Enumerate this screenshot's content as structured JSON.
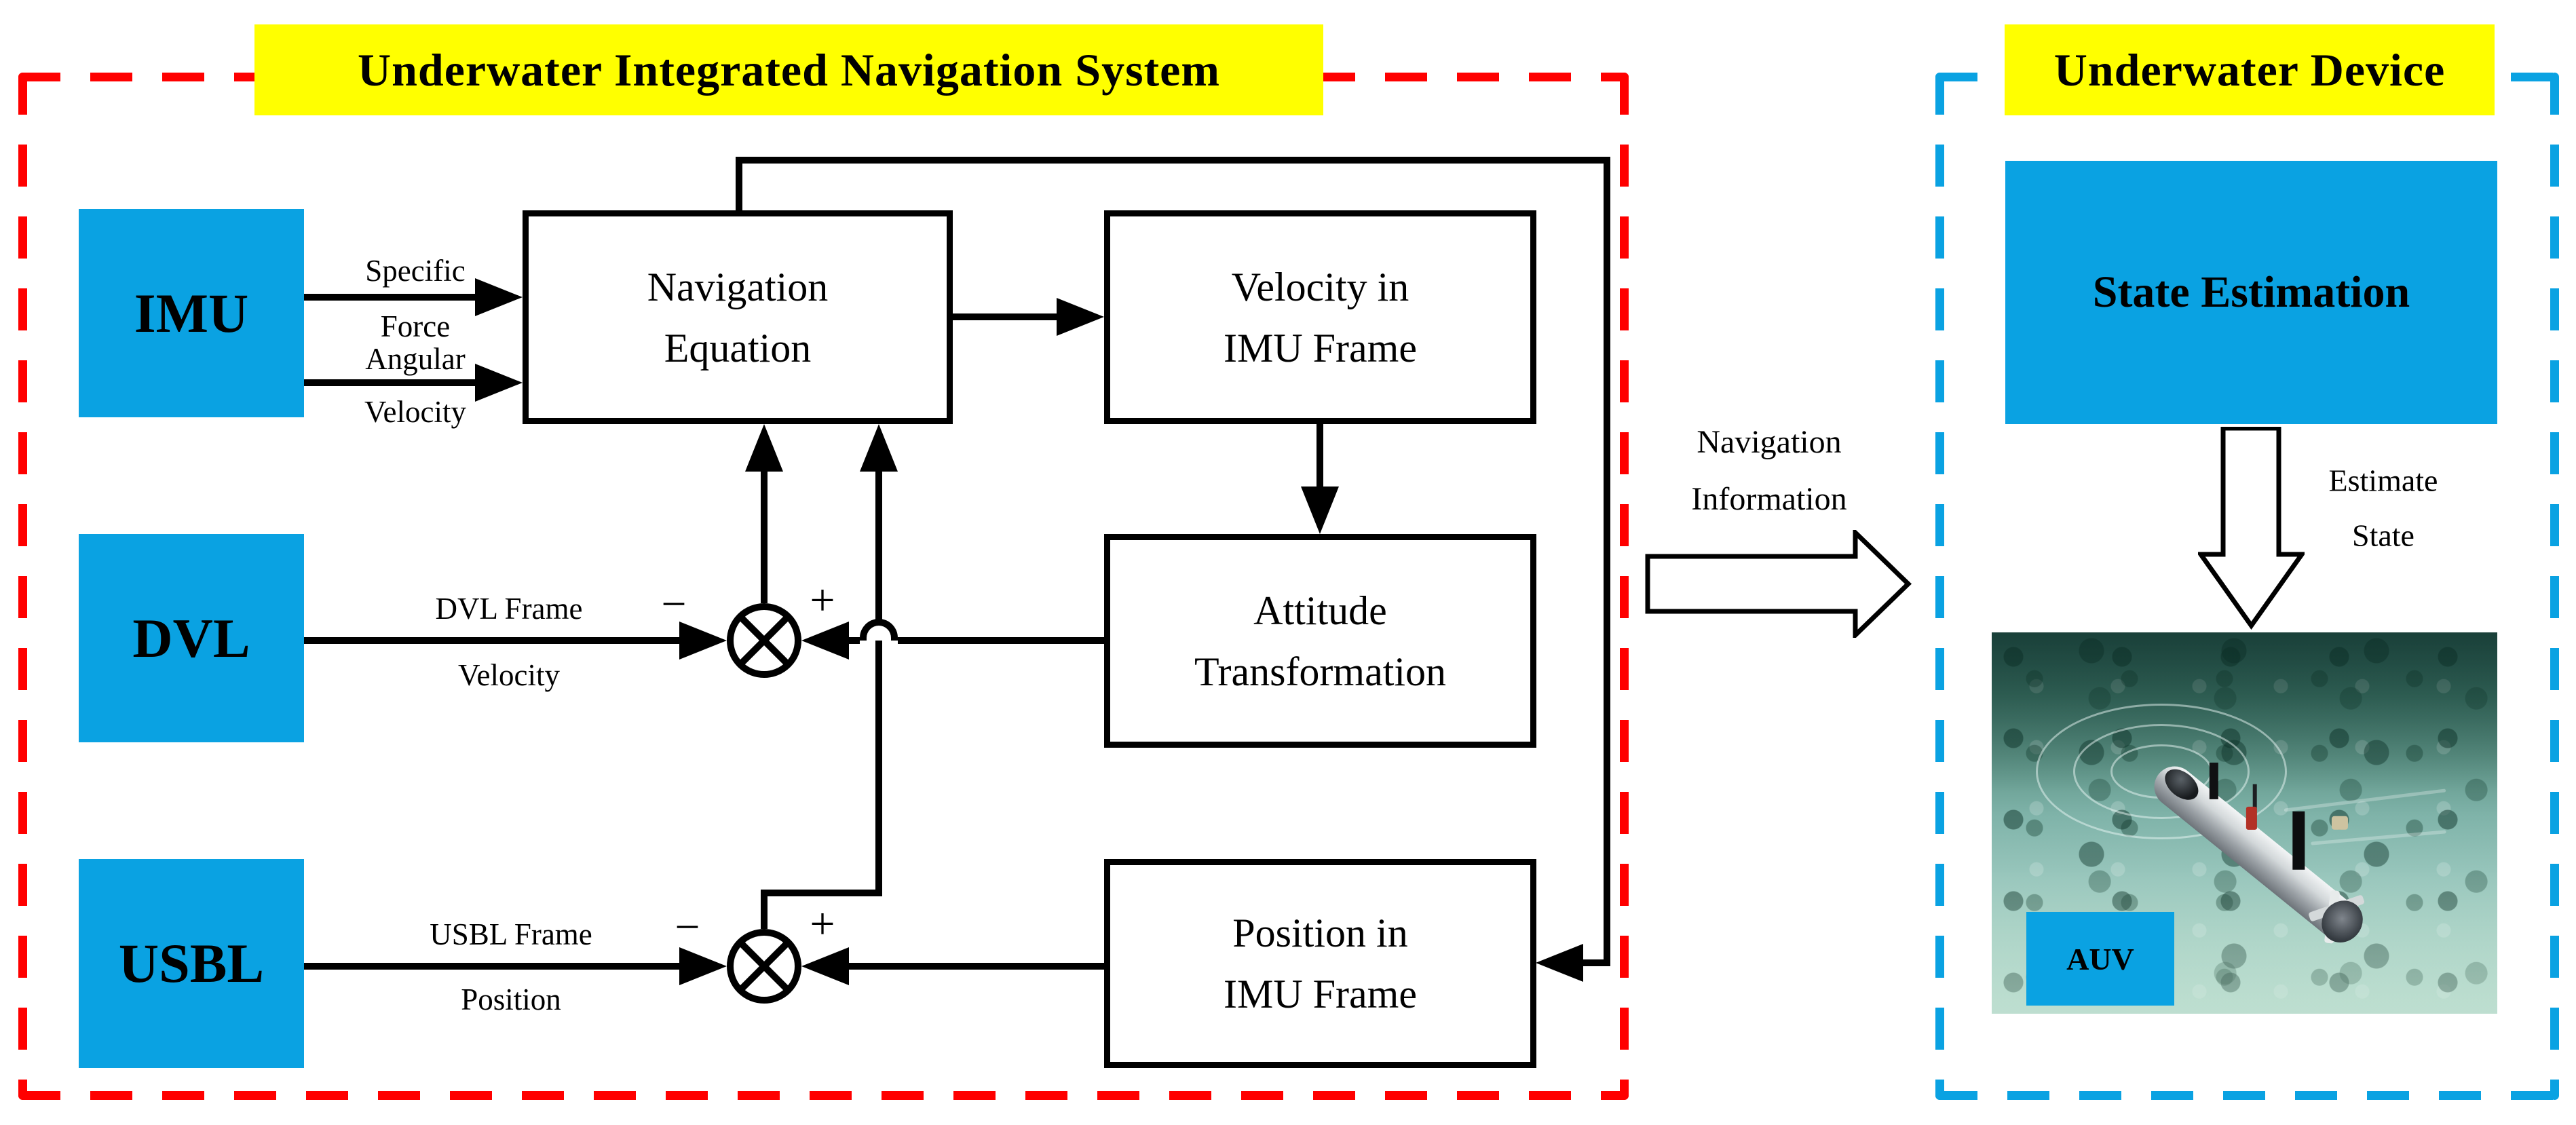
{
  "colors": {
    "accent_cyan": "#0aa2e2",
    "highlight_yellow": "#ffff00",
    "border_red": "#ff0000",
    "line_black": "#000000"
  },
  "left_panel": {
    "title": "Underwater Integrated Navigation System",
    "sensors": {
      "imu": "IMU",
      "dvl": "DVL",
      "usbl": "USBL"
    },
    "blocks": {
      "nav_eq": {
        "line1": "Navigation",
        "line2": "Equation"
      },
      "vel_imu": {
        "line1": "Velocity in",
        "line2": "IMU Frame"
      },
      "att_trans": {
        "line1": "Attitude",
        "line2": "Transformation"
      },
      "pos_imu": {
        "line1": "Position in",
        "line2": "IMU Frame"
      }
    },
    "signal_labels": {
      "specific": "Specific",
      "force": "Force",
      "angular": "Angular",
      "velocity": "Velocity",
      "dvl_frame": "DVL Frame",
      "dvl_velocity": "Velocity",
      "usbl_frame": "USBL Frame",
      "usbl_position": "Position"
    },
    "operators": {
      "minus": "−",
      "plus": "+"
    }
  },
  "flow_label": {
    "line1": "Navigation",
    "line2": "Information"
  },
  "right_panel": {
    "title": "Underwater Device",
    "state_estimation": "State Estimation",
    "estimate_label": {
      "line1": "Estimate",
      "line2": "State"
    },
    "auv_caption": "AUV"
  }
}
